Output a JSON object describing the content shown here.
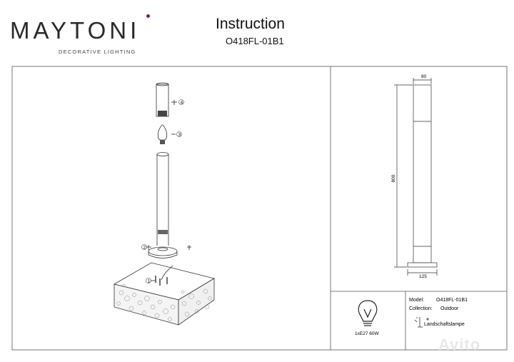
{
  "brand": {
    "name": "MAYTONI",
    "tagline": "DECORATIVE LIGHTING"
  },
  "header": {
    "title": "Instruction",
    "model": "O418FL-01B1"
  },
  "dimensions": {
    "width_top": "80",
    "height": "800",
    "width_base": "125"
  },
  "specs": {
    "model_label": "Model:",
    "model_value": "O418FL-01B1",
    "collection_label": "Collection:",
    "collection_value": "Outdoor",
    "type_value": "Landschaftslampe",
    "bulb": "1xE27 60W"
  },
  "steps": {
    "s1": "1",
    "s2": "2",
    "s3": "3",
    "s4": "4"
  },
  "watermark": "Avito"
}
